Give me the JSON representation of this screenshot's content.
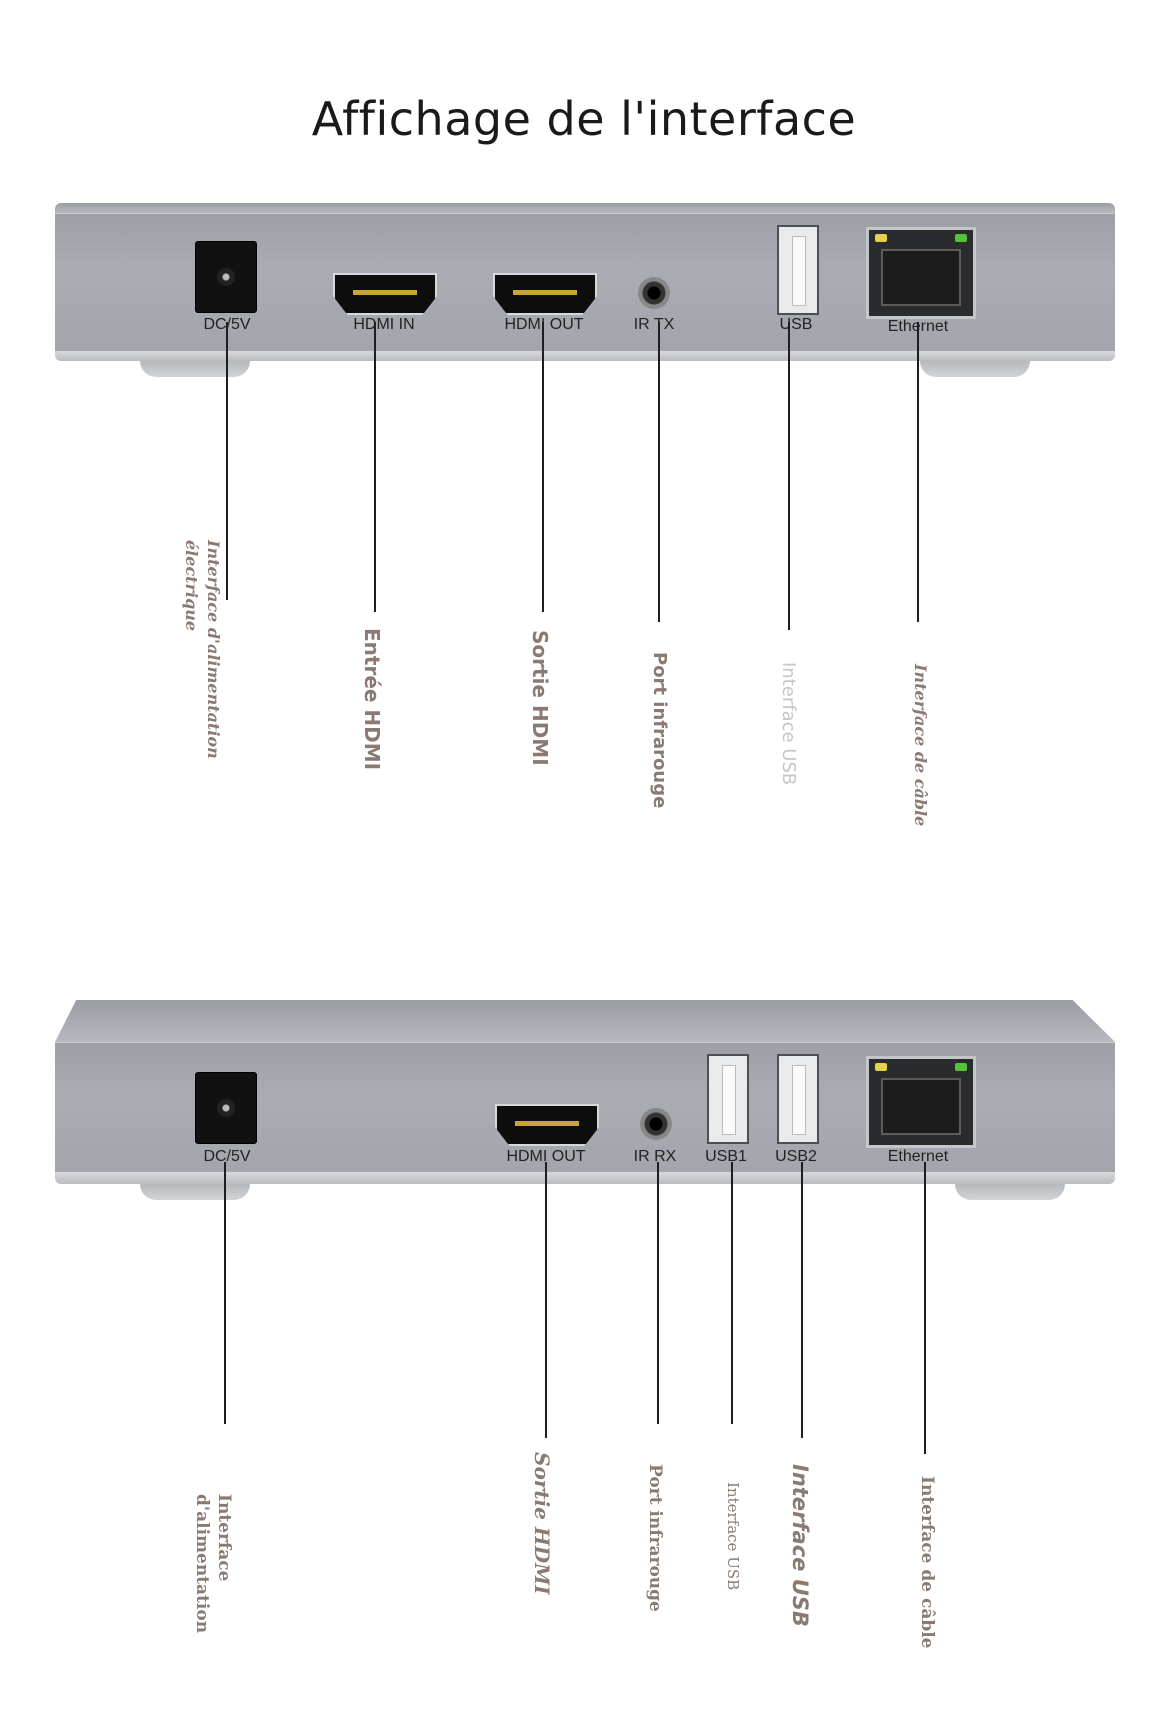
{
  "title": "Affichage de l'interface",
  "transmitter": {
    "port_labels": {
      "dc": "DC/5V",
      "hdmi_in": "HDMI IN",
      "hdmi_out": "HDMI OUT",
      "ir": "IR TX",
      "usb": "USB",
      "ethernet": "Ethernet"
    },
    "callouts": {
      "power": "Interface d'alimentation\nélectrique",
      "hdmi_in": "Entrée HDMI",
      "hdmi_out": "Sortie HDMI",
      "ir": "Port infrarouge",
      "usb": "Interface USB",
      "ethernet": "Interface de câble"
    }
  },
  "receiver": {
    "port_labels": {
      "dc": "DC/5V",
      "hdmi_out": "HDMI OUT",
      "ir": "IR RX",
      "usb1": "USB1",
      "usb2": "USB2",
      "ethernet": "Ethernet"
    },
    "callouts": {
      "power": "Interface\nd'alimentation",
      "hdmi_out": "Sortie HDMI",
      "ir": "Port infrarouge",
      "usb1": "Interface USB",
      "usb2": "Interface USB",
      "ethernet": "Interface de câble"
    }
  },
  "colors": {
    "led_yellow": "#e3d24a",
    "led_green": "#55c23a",
    "callout_text": "#8a7a72",
    "callout_light": "#c9c5c3"
  }
}
